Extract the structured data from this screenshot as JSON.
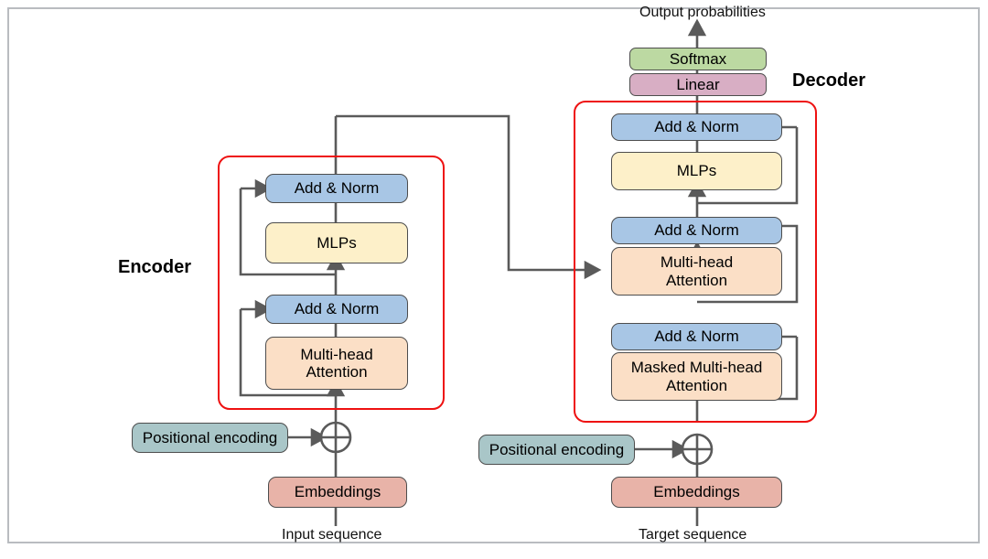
{
  "diagram": {
    "title_visible": false,
    "colors": {
      "addnorm": "#a8c6e5",
      "mlp": "#fdf0c9",
      "attention": "#fbdfc6",
      "softmax": "#bcd9a2",
      "linear": "#d8aec4",
      "embeddings": "#e8b3a8",
      "posenc": "#a9c6c8",
      "group_border": "#ee1111",
      "wire": "#5a5a5a",
      "frame": "#b9bcc0"
    }
  },
  "encoder": {
    "label": "Encoder",
    "blocks": {
      "add_norm_top": "Add & Norm",
      "mlps": "MLPs",
      "add_norm_bottom": "Add & Norm",
      "attention_line1": "Multi-head",
      "attention_line2": "Attention"
    },
    "positional_encoding": "Positional encoding",
    "embeddings": "Embeddings",
    "input_caption": "Input sequence"
  },
  "decoder": {
    "label": "Decoder",
    "output_caption": "Output probabilities",
    "softmax": "Softmax",
    "linear": "Linear",
    "blocks": {
      "add_norm_top": "Add & Norm",
      "mlps": "MLPs",
      "add_norm_mid": "Add & Norm",
      "cross_attention_line1": "Multi-head",
      "cross_attention_line2": "Attention",
      "add_norm_bottom": "Add & Norm",
      "masked_attention_line1": "Masked Multi-head",
      "masked_attention_line2": "Attention"
    },
    "positional_encoding": "Positional encoding",
    "embeddings": "Embeddings",
    "input_caption": "Target sequence"
  }
}
